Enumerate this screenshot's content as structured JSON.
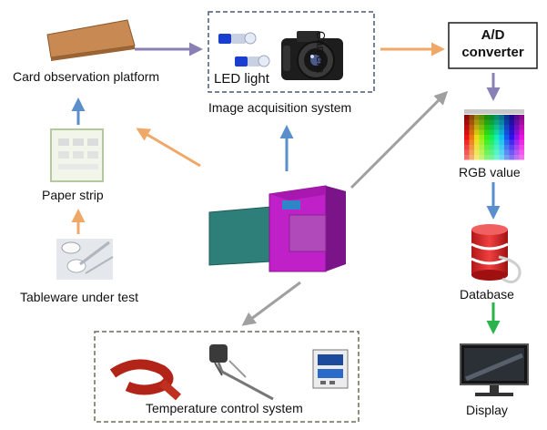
{
  "nodes": {
    "card_platform": "Card observation platform",
    "led_light": "LED light",
    "camera": "Camera",
    "image_acquisition": "Image acquisition system",
    "ad_converter_line1": "A/D",
    "ad_converter_line2": "converter",
    "rgb_value": "RGB value",
    "paper_strip": "Paper strip",
    "tableware": "Tableware under test",
    "database": "Database",
    "display": "Display",
    "temperature_control": "Temperature control system"
  },
  "colors": {
    "arrow_purple": "#8a80b4",
    "arrow_orange": "#f0a868",
    "arrow_blue": "#5a8fcc",
    "arrow_gray": "#a0a0a0",
    "arrow_green": "#29b34a",
    "box_dashed": "#4a5a78",
    "cabinet": "#c020c8",
    "cabinet_side": "#2e7f7a"
  }
}
